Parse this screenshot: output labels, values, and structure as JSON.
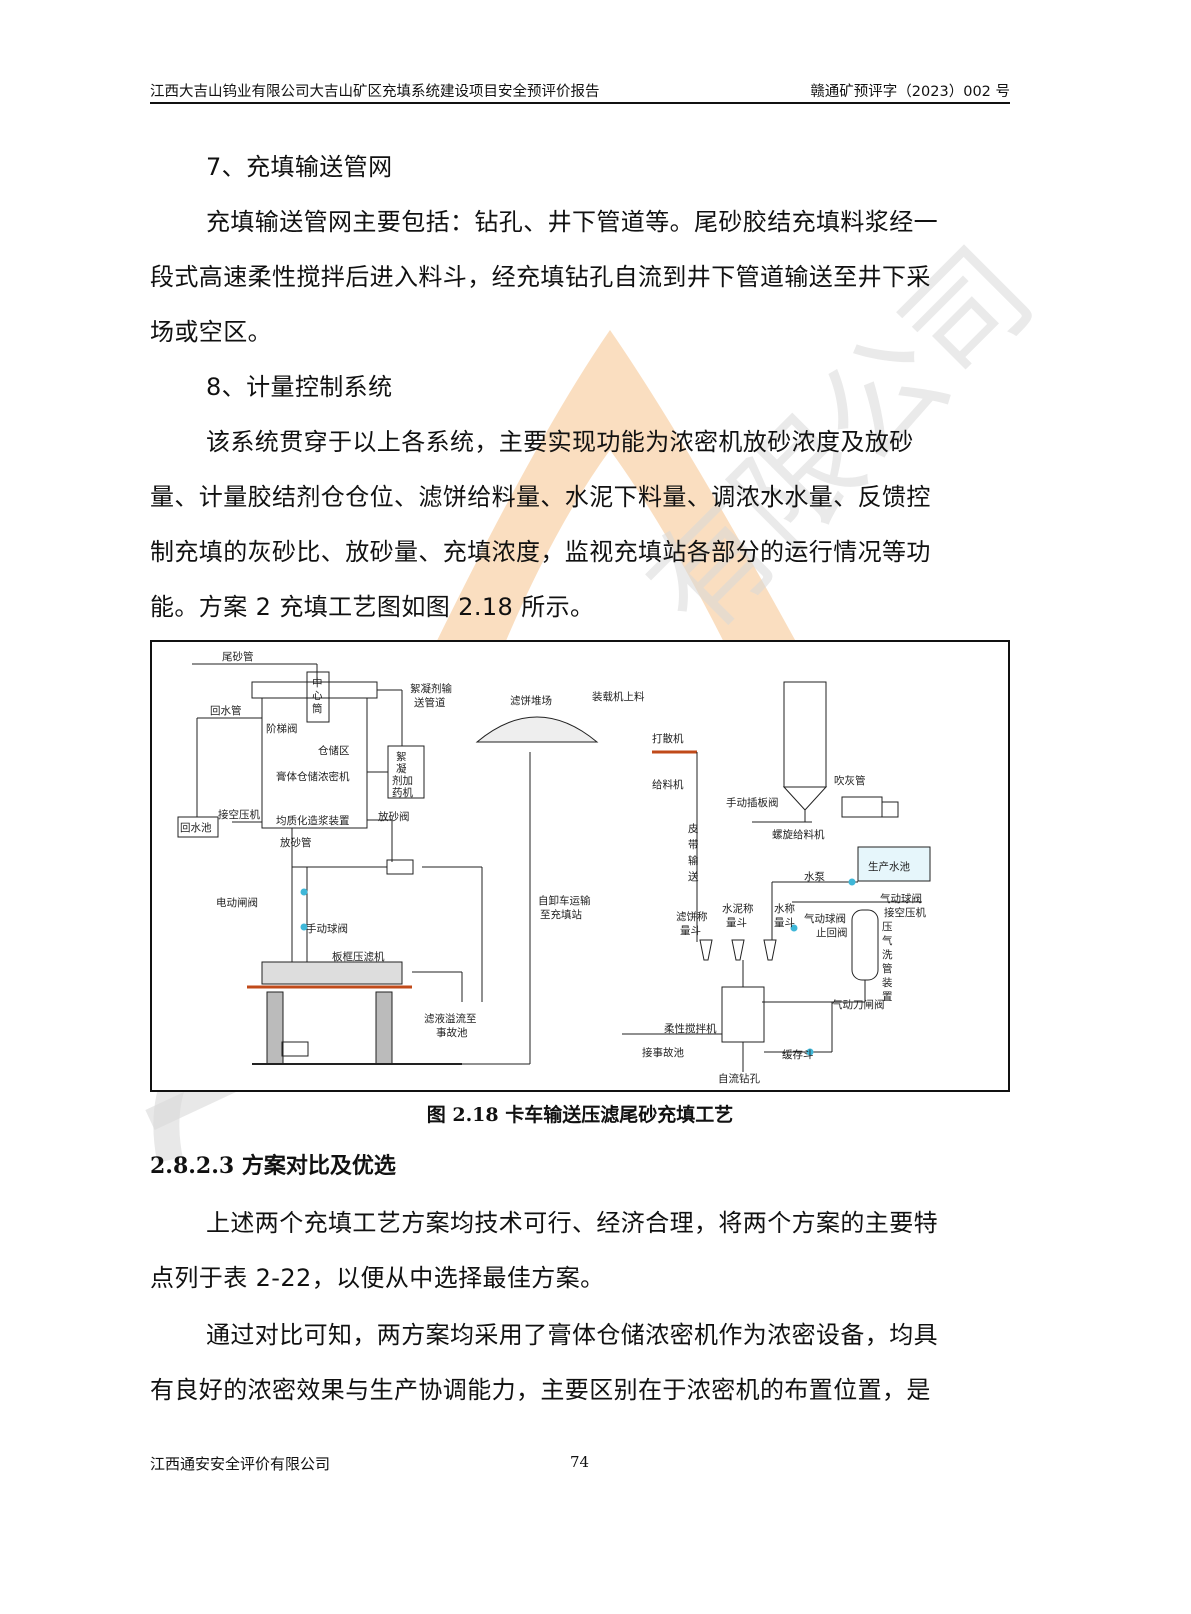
{
  "header": {
    "left": "江西大吉山钨业有限公司大吉山矿区充填系统建设项目安全预评价报告",
    "right": "赣通矿预评字（2023）002 号"
  },
  "section7": {
    "heading": "7、充填输送管网",
    "lines": [
      "充填输送管网主要包括：钻孔、井下管道等。尾砂胶结充填料浆经一",
      "段式高速柔性搅拌后进入料斗，经充填钻孔自流到井下管道输送至井下采",
      "场或空区。"
    ]
  },
  "section8": {
    "heading": "8、计量控制系统",
    "lines": [
      "该系统贯穿于以上各系统，主要实现功能为浓密机放砂浓度及放砂",
      "量、计量胶结剂仓仓位、滤饼给料量、水泥下料量、调浓水水量、反馈控",
      "制充填的灰砂比、放砂量、充填浓度，监视充填站各部分的运行情况等功",
      "能。方案 2 充填工艺图如图 2.18 所示。"
    ]
  },
  "figure": {
    "caption": "图 2.18 卡车输送压滤尾砂充填工艺",
    "labels": {
      "tailings_pipe": "尾砂管",
      "center_cyl_1": "中",
      "center_cyl_2": "心",
      "center_cyl_3": "筒",
      "floc_pipe_1": "絮凝剂输",
      "floc_pipe_2": "送管道",
      "return_pipe": "回水管",
      "ladder_valve": "阶梯阀",
      "storage_area": "仓储区",
      "paste_thickener": "膏体仓储浓密机",
      "floc_dose_1": "絮",
      "floc_dose_2": "凝",
      "floc_dose_3": "剂加",
      "floc_dose_4": "药机",
      "compressor_in": "接空压机",
      "homogenizer": "均质化造浆装置",
      "return_pool": "回水池",
      "sand_valve": "放砂阀",
      "sand_pipe": "放砂管",
      "electric_gate": "电动闸阀",
      "manual_ball": "手动球阀",
      "filter_press": "板框压滤机",
      "filtrate_1": "滤液溢流至",
      "filtrate_2": "事故池",
      "cake_yard": "滤饼堆场",
      "loader": "装载机上料",
      "breaker": "打散机",
      "feeder": "给料机",
      "truck_1": "自卸车运输",
      "truck_2": "至充填站",
      "belt_1": "皮",
      "belt_2": "带",
      "belt_3": "输",
      "belt_4": "送",
      "manual_plate": "手动插板阀",
      "screw_feeder": "螺旋给料机",
      "blow_pipe": "吹灰管",
      "water_pump": "水泵",
      "prod_pool": "生产水池",
      "cake_hopper_1": "滤饼称",
      "cake_hopper_2": "量斗",
      "cement_hopper_1": "水泥称",
      "cement_hopper_2": "量斗",
      "water_hopper_1": "水称",
      "water_hopper_2": "量斗",
      "pneu_ball_1": "气动球阀",
      "check_valve": "止回阀",
      "pneu_ball_2": "气动球阀",
      "compressor_in_2": "接空压机",
      "air_wash_1": "压",
      "air_wash_2": "气",
      "air_wash_3": "洗",
      "air_wash_4": "管",
      "air_wash_5": "装",
      "air_wash_6": "置",
      "pneu_knife": "气动刀闸阀",
      "mixer": "柔性搅拌机",
      "to_accident_pool": "接事故池",
      "buffer_hopper": "缓存斗",
      "gravity_borehole": "自流钻孔"
    }
  },
  "section_2823": {
    "heading": "2.8.2.3 方案对比及优选",
    "para1": [
      "上述两个充填工艺方案均技术可行、经济合理，将两个方案的主要特",
      "点列于表 2-22，以便从中选择最佳方案。"
    ],
    "para2": [
      "通过对比可知，两方案均采用了膏体仓储浓密机作为浓密设备，均具",
      "有良好的浓密效果与生产协调能力，主要区别在于浓密机的布置位置，是"
    ]
  },
  "footer": {
    "company": "江西通安安全评价有限公司",
    "page_number": "74"
  },
  "watermark": {
    "text": "有限公司"
  },
  "colors": {
    "watermark_orange": "#f6c38c",
    "watermark_gray": "#d9d9d9",
    "water_blue": "#3fb7d8"
  }
}
